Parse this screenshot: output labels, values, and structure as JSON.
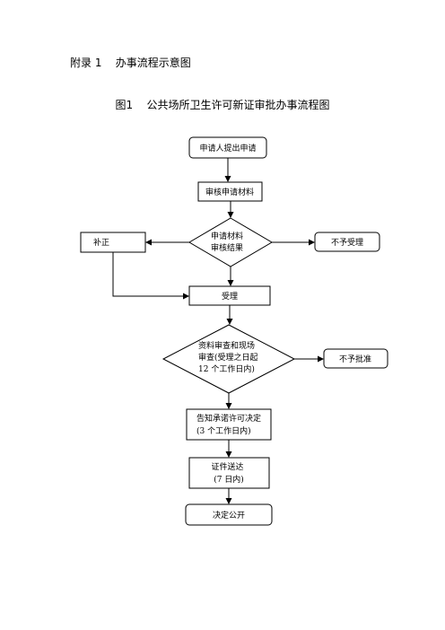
{
  "appendix_heading": "附录 1    办事流程示意图",
  "figure_title": "图1    公共场所卫生许可新证审批办事流程图",
  "flowchart": {
    "nodes": {
      "apply": [
        "申请人提出申请"
      ],
      "review_materials": [
        "审核申请材料"
      ],
      "review_result": [
        "申请材料",
        "审核结果"
      ],
      "supplement": [
        "补正"
      ],
      "reject_accept": [
        "不予受理"
      ],
      "accept": [
        "受理"
      ],
      "onsite_review": [
        "资料审查和现场",
        "审查(受理之日起",
        "12 个工作日内)"
      ],
      "not_approved": [
        "不予批准"
      ],
      "notify_decision": [
        "告知承诺许可决定",
        "(3 个工作日内)"
      ],
      "deliver_cert": [
        "证件送达",
        "(7 日内)"
      ],
      "public_decision": [
        "决定公开"
      ]
    }
  }
}
